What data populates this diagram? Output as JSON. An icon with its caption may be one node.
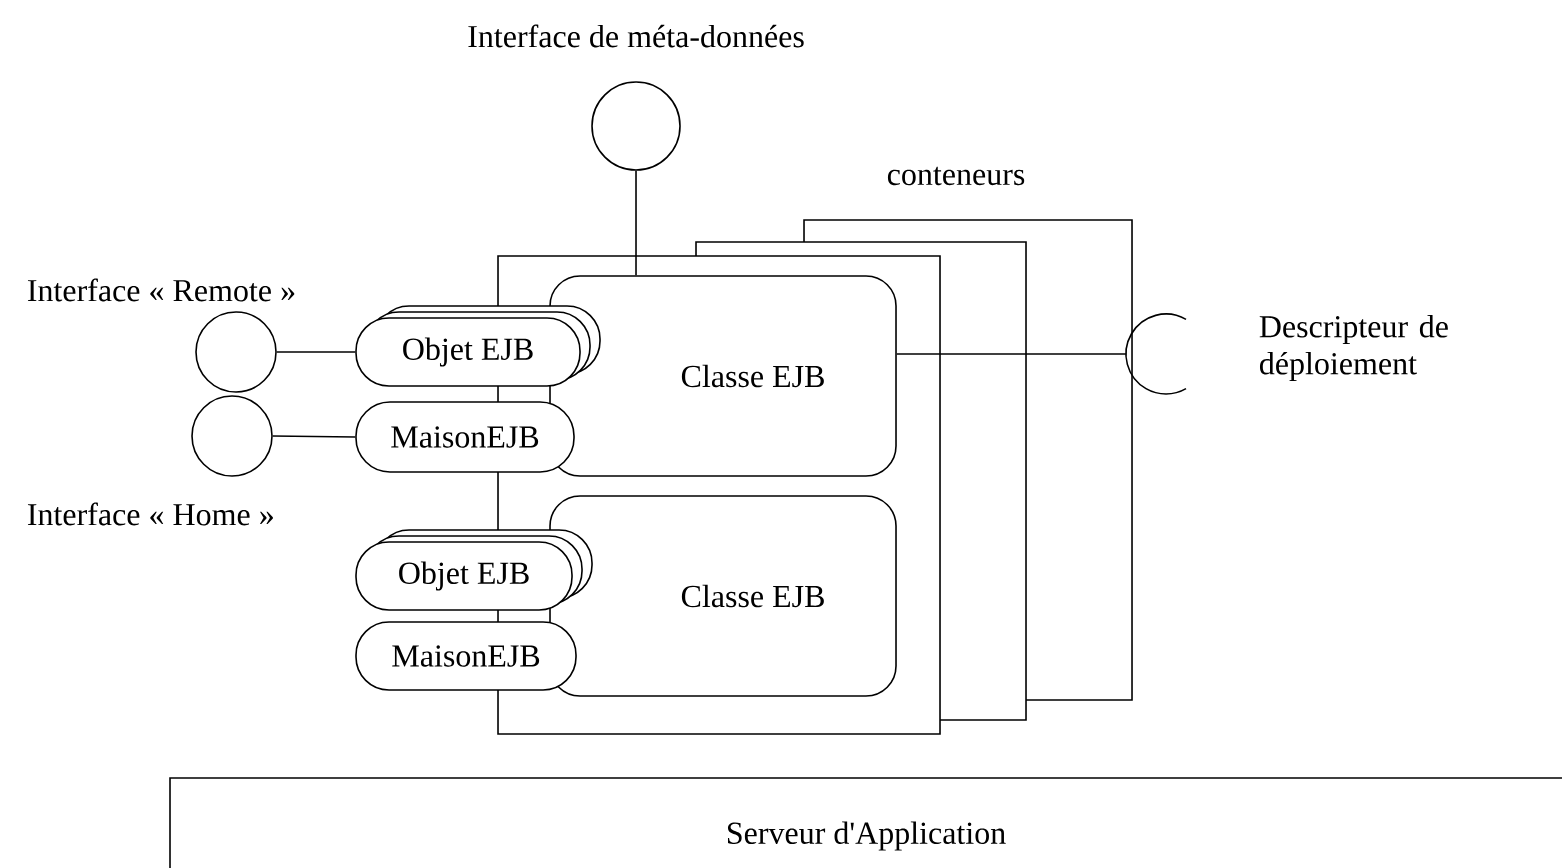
{
  "diagram": {
    "nodes": [
      {
        "text": [],
        "shape": "circle",
        "beside": [
          "Interface de méta-données"
        ]
      },
      {
        "text": [],
        "shape": "circle",
        "beside": [
          "Interface « Remote »"
        ]
      },
      {
        "text": [],
        "shape": "circle",
        "beside": [
          "Interface « Home »"
        ]
      },
      {
        "text": [
          "Descripteur de déploiement"
        ]
      },
      {
        "text": [],
        "shape": "box",
        "beside": [
          "conteneurs"
        ]
      },
      {
        "text": [
          "Classe EJB"
        ],
        "in": 4
      },
      {
        "text": [
          "Objet EJB"
        ]
      },
      {
        "text": [
          "MaisonEJB"
        ]
      },
      {
        "text": [
          "Classe EJB"
        ],
        "in": 4
      },
      {
        "text": [
          "Objet EJB"
        ]
      },
      {
        "text": [
          "MaisonEJB"
        ]
      },
      {
        "text": [
          "Serveur d'Application"
        ]
      }
    ],
    "edges": [
      {
        "from": 0,
        "to": 5,
        "arrow": "none"
      },
      {
        "from": 1,
        "to": 6,
        "arrow": "none"
      },
      {
        "from": 2,
        "to": 7,
        "arrow": "none"
      },
      {
        "from": 5,
        "to": 3,
        "arrow": "none"
      }
    ]
  }
}
